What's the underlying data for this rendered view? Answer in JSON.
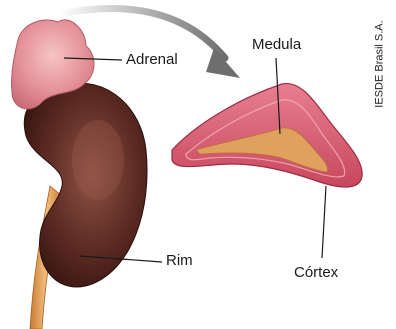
{
  "labels": {
    "adrenal": "Adrenal",
    "medula": "Medula",
    "rim": "Rim",
    "cortex": "Córtex"
  },
  "credit": "IESDE Brasil S.A.",
  "colors": {
    "kidney": "#5a2a22",
    "kidney_highlight": "#8a4a3c",
    "adrenal": "#e8a3a6",
    "ureter": "#e0a25a",
    "arrow": "#8a8a8a",
    "section_cortex": "#d9657a",
    "section_medulla": "#e1a15e"
  }
}
